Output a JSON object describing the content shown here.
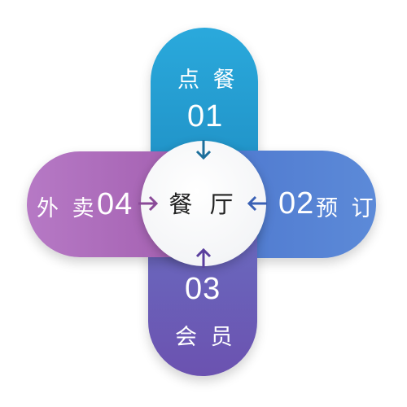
{
  "center": {
    "label": "餐 厅"
  },
  "petals": [
    {
      "id": "top",
      "label": "点 餐",
      "number": "01",
      "color": "#2aa9dc"
    },
    {
      "id": "right",
      "label": "预 订",
      "number": "02",
      "color": "#5c8ad8"
    },
    {
      "id": "bottom",
      "label": "会 员",
      "number": "03",
      "color": "#6b52b0"
    },
    {
      "id": "left",
      "label": "外 卖",
      "number": "04",
      "color": "#b679c5"
    }
  ],
  "arrow_icons": [
    "arrow-down-icon",
    "arrow-left-icon",
    "arrow-up-icon",
    "arrow-right-icon"
  ]
}
